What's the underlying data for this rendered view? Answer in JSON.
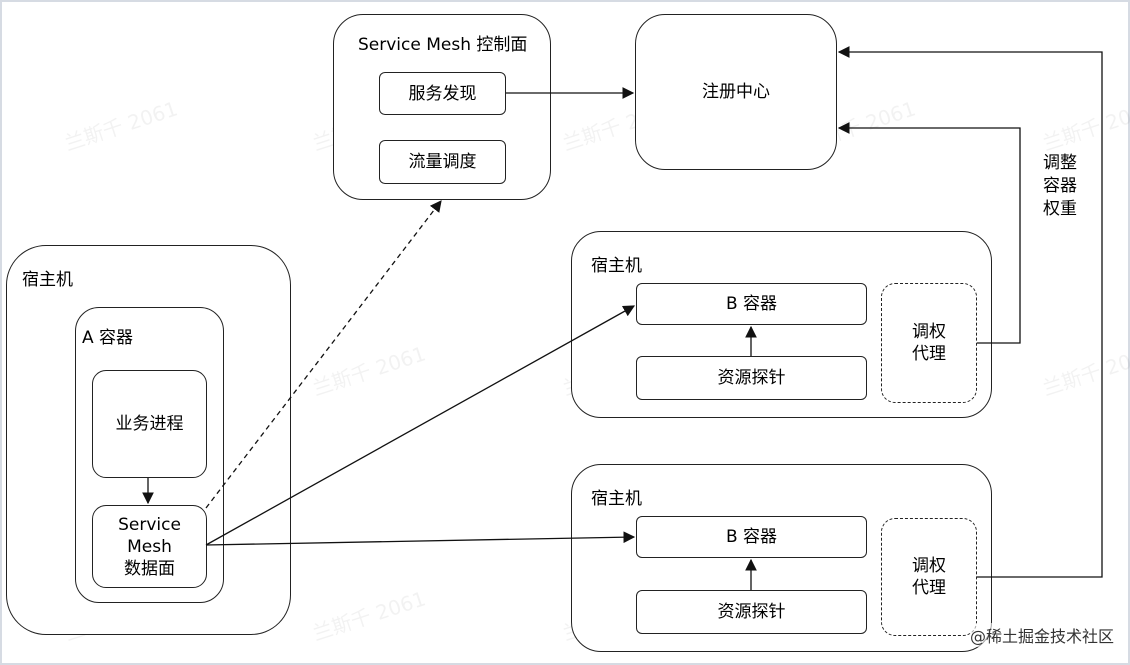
{
  "control_plane": {
    "title": "Service Mesh 控制面",
    "service_discovery": "服务发现",
    "traffic_scheduling": "流量调度"
  },
  "registry": {
    "label": "注册中心"
  },
  "edge_label": {
    "line1": "调整",
    "line2": "容器",
    "line3": "权重"
  },
  "host_a": {
    "title": "宿主机",
    "container_title": "A 容器",
    "business_process": "业务进程",
    "data_plane": {
      "line1": "Service",
      "line2": "Mesh",
      "line3": "数据面"
    }
  },
  "host_b1": {
    "title": "宿主机",
    "container": "B 容器",
    "probe": "资源探针",
    "agent": {
      "line1": "调权",
      "line2": "代理"
    }
  },
  "host_b2": {
    "title": "宿主机",
    "container": "B 容器",
    "probe": "资源探针",
    "agent": {
      "line1": "调权",
      "line2": "代理"
    }
  },
  "watermark": "兰斯千 2061",
  "footer": "@稀土掘金技术社区"
}
